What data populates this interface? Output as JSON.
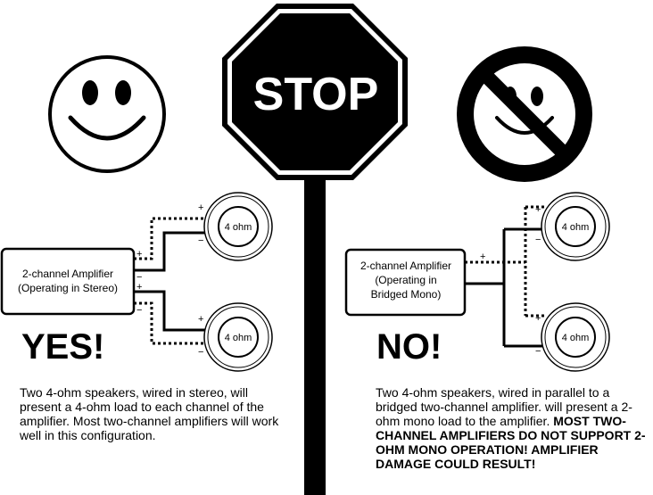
{
  "stop_sign": {
    "text": "STOP"
  },
  "left": {
    "amplifier": {
      "line1": "2-channel Amplifier",
      "line2": "(Operating in Stereo)"
    },
    "speaker_top": {
      "label": "4 ohm"
    },
    "speaker_bottom": {
      "label": "4 ohm"
    },
    "verdict": "YES!",
    "description": "Two 4-ohm speakers, wired in stereo, will present a 4-ohm load to each channel of the amplifier. Most two-channel amplifiers will work well in this configuration."
  },
  "right": {
    "amplifier": {
      "line1": "2-channel Amplifier",
      "line2": "(Operating in",
      "line3": "Bridged Mono)"
    },
    "speaker_top": {
      "label": "4 ohm"
    },
    "speaker_bottom": {
      "label": "4 ohm"
    },
    "verdict": "NO!",
    "description": "Two 4-ohm speakers, wired in parallel to a bridged two-channel amplifier. will present a 2-ohm mono load to the amplifier.",
    "warning": "MOST TWO-CHANNEL AMPLIFIERS DO NOT SUPPORT 2-OHM MONO OPERATION! AMPLIFIER DAMAGE COULD RESULT!"
  },
  "terminal_signs": {
    "plus": "+",
    "minus": "−"
  },
  "icons": [
    "smiley-face-icon",
    "no-smiley-icon",
    "stop-sign-icon"
  ]
}
